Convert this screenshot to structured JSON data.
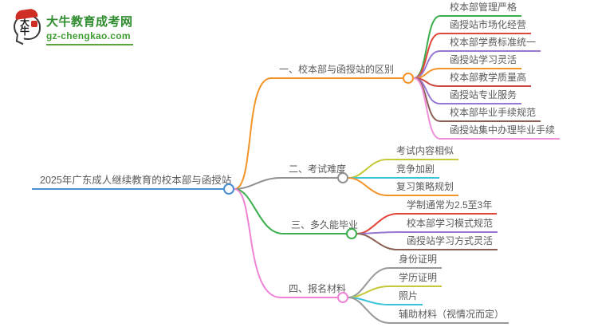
{
  "site": {
    "logo_text": "大牛",
    "title": "大牛教育成考网",
    "domain": "gz-chengkao.com",
    "brand_green": "#2f8c2f",
    "logo_red": "#cf2e24"
  },
  "mindmap": {
    "root": {
      "label": "2025年广东成人继续教育的校本部与函授站",
      "color": "#4a8fd3"
    },
    "branches": [
      {
        "label": "一、校本部与函授站的区别",
        "color": "#f39429",
        "children": [
          {
            "label": "校本部管理严格",
            "color": "#3cae4e"
          },
          {
            "label": "函授站市场化经营",
            "color": "#e2453a"
          },
          {
            "label": "校本部学费标准统一",
            "color": "#9878d2"
          },
          {
            "label": "函授站学习灵活",
            "color": "#f39429"
          },
          {
            "label": "校本部教学质量高",
            "color": "#c8473c"
          },
          {
            "label": "函授站专业服务",
            "color": "#9878d2"
          },
          {
            "label": "校本部毕业手续规范",
            "color": "#8a6054"
          },
          {
            "label": "函授站集中办理毕业手续",
            "color": "#f08fd8"
          }
        ]
      },
      {
        "label": "二、考试难度",
        "color": "#919191",
        "children": [
          {
            "label": "考试内容相似",
            "color": "#c6c937"
          },
          {
            "label": "竞争加剧",
            "color": "#3cc3dc"
          },
          {
            "label": "复习策略规划",
            "color": "#f39429"
          }
        ]
      },
      {
        "label": "三、多久能毕业",
        "color": "#3cae4e",
        "children": [
          {
            "label": "学制通常为2.5至3年",
            "color": "#e2453a"
          },
          {
            "label": "校本部学习模式规范",
            "color": "#9878d2"
          },
          {
            "label": "函授站学习方式灵活",
            "color": "#8a6054"
          }
        ]
      },
      {
        "label": "四、报名材料",
        "color": "#f083d5",
        "children": [
          {
            "label": "身份证明",
            "color": "#989898"
          },
          {
            "label": "学历证明",
            "color": "#c6c937"
          },
          {
            "label": "照片",
            "color": "#3cc3dc"
          },
          {
            "label": "辅助材料（视情况而定）",
            "color": "#989898"
          }
        ]
      }
    ]
  }
}
